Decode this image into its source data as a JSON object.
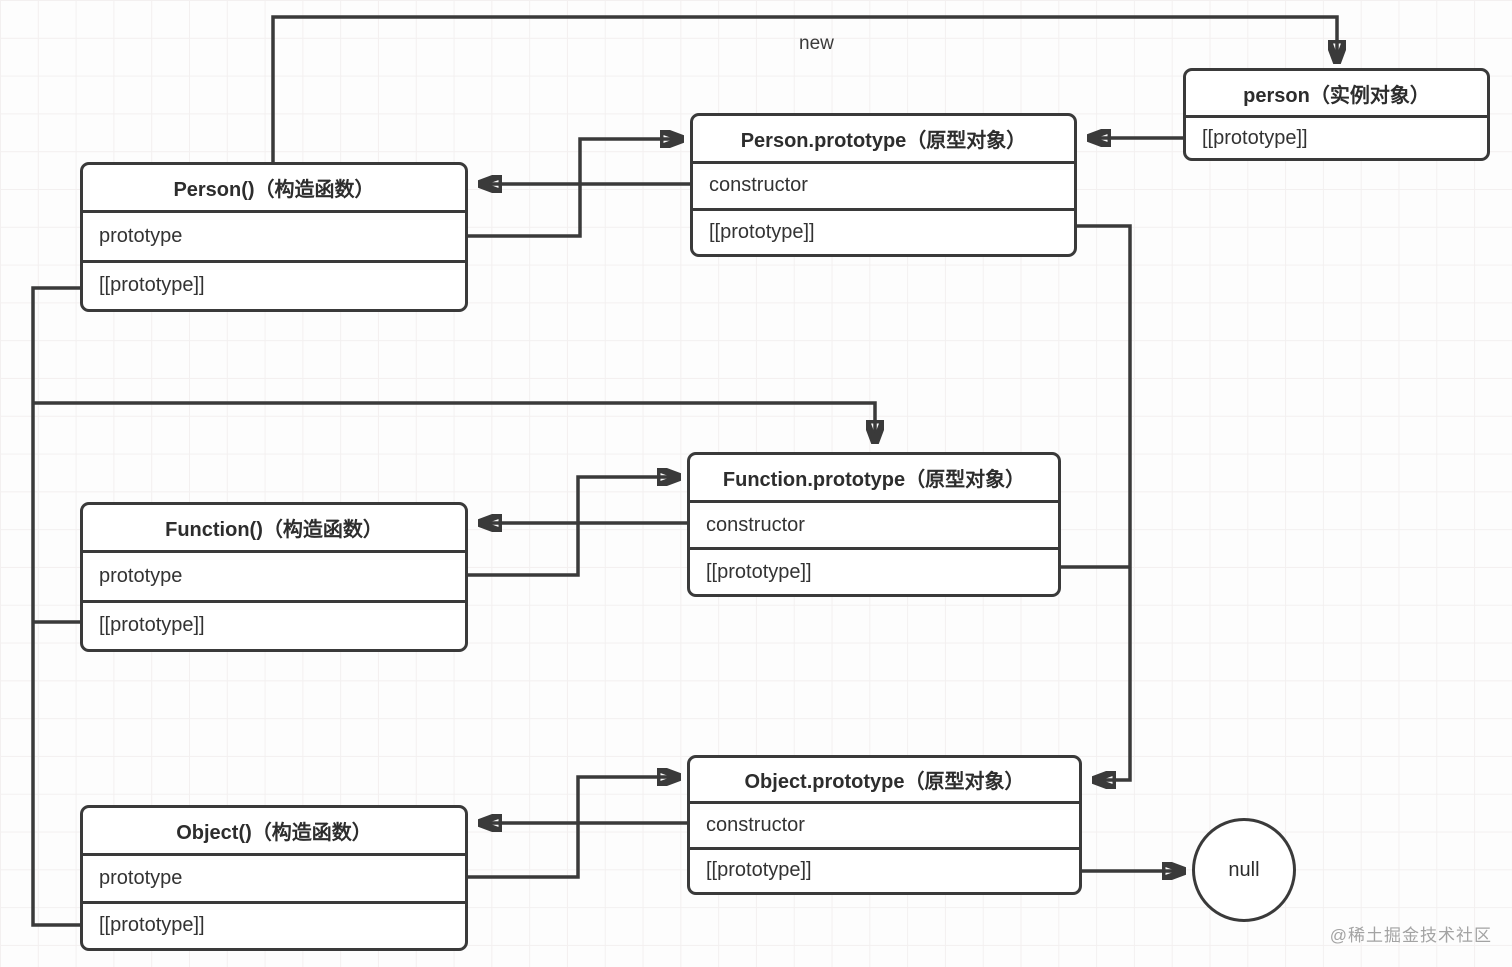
{
  "canvas": {
    "background": "#fdfdfd",
    "grid_color": "#f3f0f0",
    "stroke_color": "#3a3a3a"
  },
  "labels": {
    "new": "new",
    "null": "null",
    "watermark": "@稀土掘金技术社区"
  },
  "nodes": {
    "person_instance": {
      "title": "person（实例对象）",
      "rows": [
        "[[prototype]]"
      ]
    },
    "person_ctor": {
      "title": "Person()（构造函数）",
      "rows": [
        "prototype",
        "[[prototype]]"
      ]
    },
    "person_proto": {
      "title": "Person.prototype（原型对象）",
      "rows": [
        "constructor",
        "[[prototype]]"
      ]
    },
    "function_ctor": {
      "title": "Function()（构造函数）",
      "rows": [
        "prototype",
        "[[prototype]]"
      ]
    },
    "function_proto": {
      "title": "Function.prototype（原型对象）",
      "rows": [
        "constructor",
        "[[prototype]]"
      ]
    },
    "object_ctor": {
      "title": "Object()（构造函数）",
      "rows": [
        "prototype",
        "[[prototype]]"
      ]
    },
    "object_proto": {
      "title": "Object.prototype（原型对象）",
      "rows": [
        "constructor",
        "[[prototype]]"
      ]
    }
  },
  "edges": [
    {
      "from": "Person()",
      "to": "person",
      "label": "new"
    },
    {
      "from": "person.[[prototype]]",
      "to": "Person.prototype"
    },
    {
      "from": "Person.prototype.constructor",
      "to": "Person()"
    },
    {
      "from": "Person().prototype",
      "to": "Person.prototype"
    },
    {
      "from": "Person.prototype.[[prototype]]",
      "to": "Object.prototype"
    },
    {
      "from": "Person().[[prototype]]",
      "to": "Function.prototype"
    },
    {
      "from": "Function().[[prototype]]",
      "to": "Function.prototype"
    },
    {
      "from": "Object().[[prototype]]",
      "to": "Function.prototype"
    },
    {
      "from": "Function.prototype.constructor",
      "to": "Function()"
    },
    {
      "from": "Function().prototype",
      "to": "Function.prototype"
    },
    {
      "from": "Function.prototype.[[prototype]]",
      "to": "Object.prototype"
    },
    {
      "from": "Object.prototype.constructor",
      "to": "Object()"
    },
    {
      "from": "Object().prototype",
      "to": "Object.prototype"
    },
    {
      "from": "Object.prototype.[[prototype]]",
      "to": "null"
    }
  ]
}
